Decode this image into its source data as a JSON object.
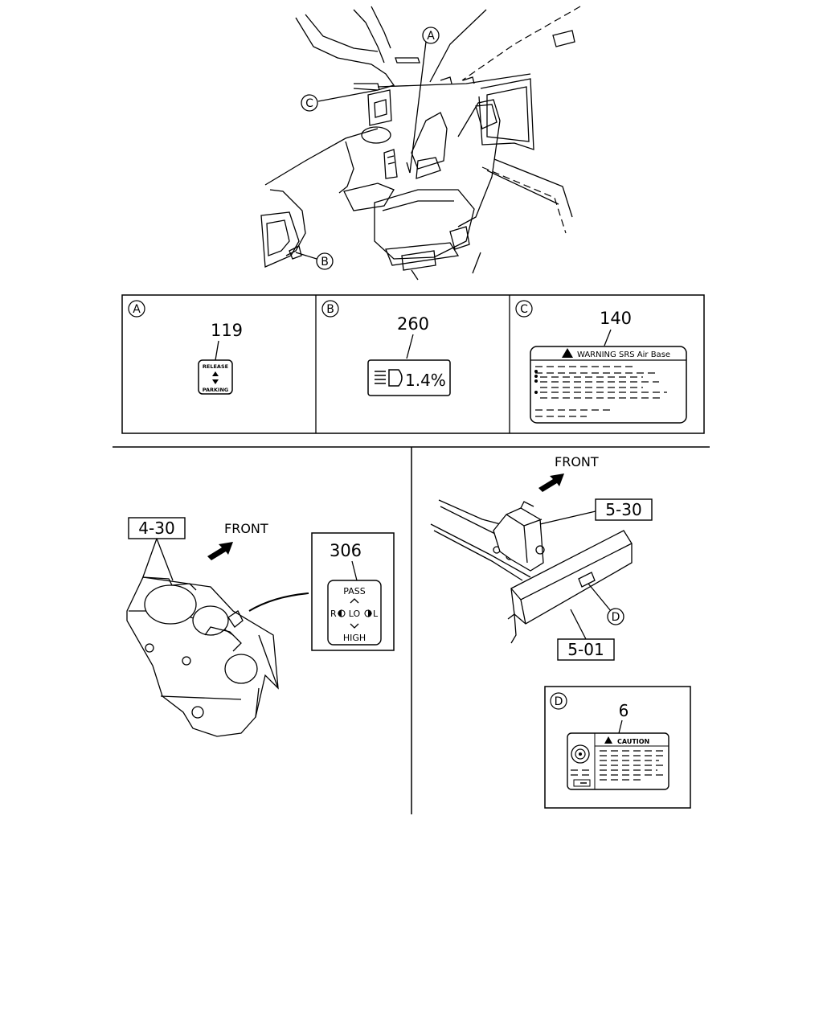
{
  "callouts": {
    "a": "A",
    "b": "B",
    "c": "C",
    "d": "D"
  },
  "panel_a": {
    "letter": "A",
    "number": "119",
    "label_top": "RELEASE",
    "label_bottom": "PARKING"
  },
  "panel_b": {
    "letter": "B",
    "number": "260",
    "value": "1.4%"
  },
  "panel_c": {
    "letter": "C",
    "number": "140",
    "title": "WARNING SRS Air Base"
  },
  "left_section": {
    "part_ref": "4-30",
    "front_label": "FRONT",
    "label_number": "306",
    "label_pass": "PASS",
    "label_ro": "R",
    "label_lo": "LO",
    "label_l": "L",
    "label_high": "HIGH"
  },
  "right_section": {
    "front_label": "FRONT",
    "part_ref_top": "5-30",
    "part_ref_bottom": "5-01",
    "callout": "D"
  },
  "panel_d": {
    "letter": "D",
    "number": "6",
    "title": "CAUTION"
  },
  "icons": [
    "warning-triangle-icon",
    "headlamp-icon",
    "arrow-icon"
  ]
}
